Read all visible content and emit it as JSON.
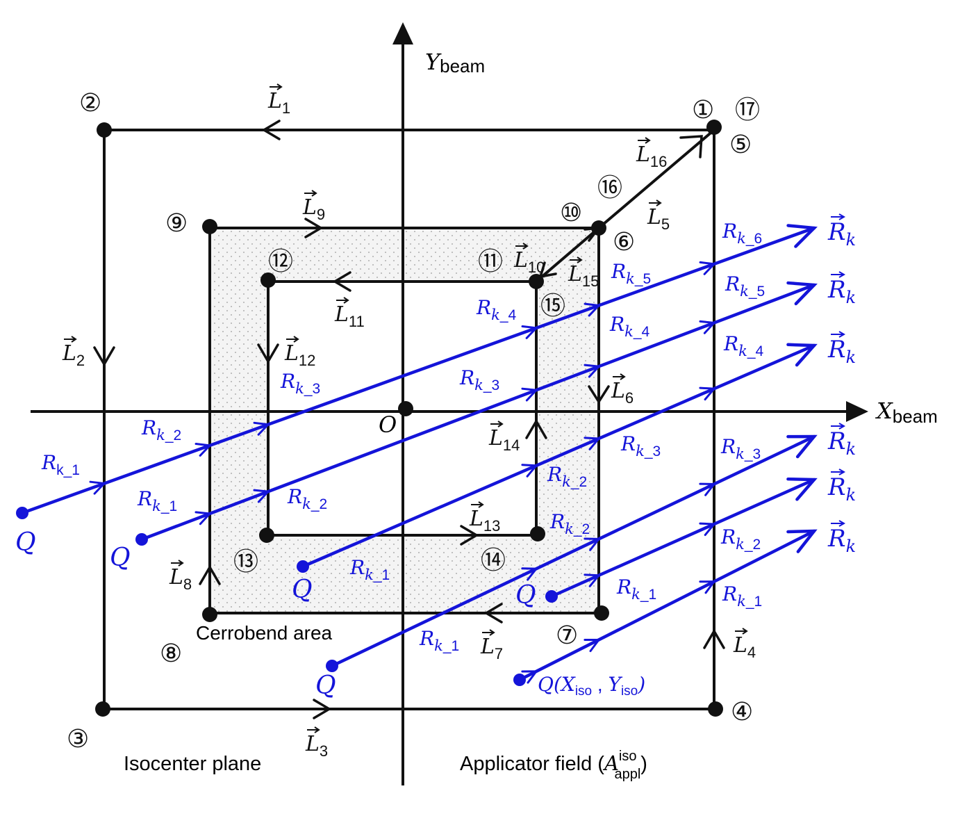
{
  "axes": {
    "x_label_main": "X",
    "x_label_sub": "beam",
    "y_label_main": "Y",
    "y_label_sub": "beam",
    "origin": "O"
  },
  "colors": {
    "frame": "#111111",
    "ray": "#1414d9",
    "cerrobend_fill": "#f2f2f2",
    "dots": "#9a9a9a"
  },
  "captions": {
    "isocenter": "Isocenter plane",
    "applicator_main": "Applicator field (",
    "applicator_var": "A",
    "applicator_sup": "iso",
    "applicator_sub": "appl",
    "applicator_close": ")",
    "cerrobend": "Cerrobend   area"
  },
  "vertices": {
    "v1": "①",
    "v2": "②",
    "v3": "③",
    "v4": "④",
    "v5": "⑤",
    "v6": "⑥",
    "v7": "⑦",
    "v8": "⑧",
    "v9": "⑨",
    "v10": "⑩",
    "v11": "⑪",
    "v12": "⑫",
    "v13": "⑬",
    "v14": "⑭",
    "v15": "⑮",
    "v16": "⑯",
    "v17": "⑰"
  },
  "vectors": {
    "L1": "1",
    "L2": "2",
    "L3": "3",
    "L4": "4",
    "L5": "5",
    "L6": "6",
    "L7": "7",
    "L8": "8",
    "L9": "9",
    "L10": "10",
    "L11": "11",
    "L12": "12",
    "L13": "13",
    "L14": "14",
    "L15": "15",
    "L16": "16"
  },
  "rays": {
    "source": "Q",
    "source_iso_prefix": "Q(",
    "source_iso_x": "X",
    "source_iso_y": "Y",
    "source_iso_sub": "iso",
    "source_iso_suffix": ")",
    "direction": "R",
    "direction_sub": "k",
    "seg_prefix": "R",
    "seg_k": "k",
    "seg_k_upright": "k",
    "idx1": "_1",
    "idx2": "_2",
    "idx3": "_3",
    "idx4": "_4",
    "idx5": "_5",
    "idx6": "_6"
  }
}
